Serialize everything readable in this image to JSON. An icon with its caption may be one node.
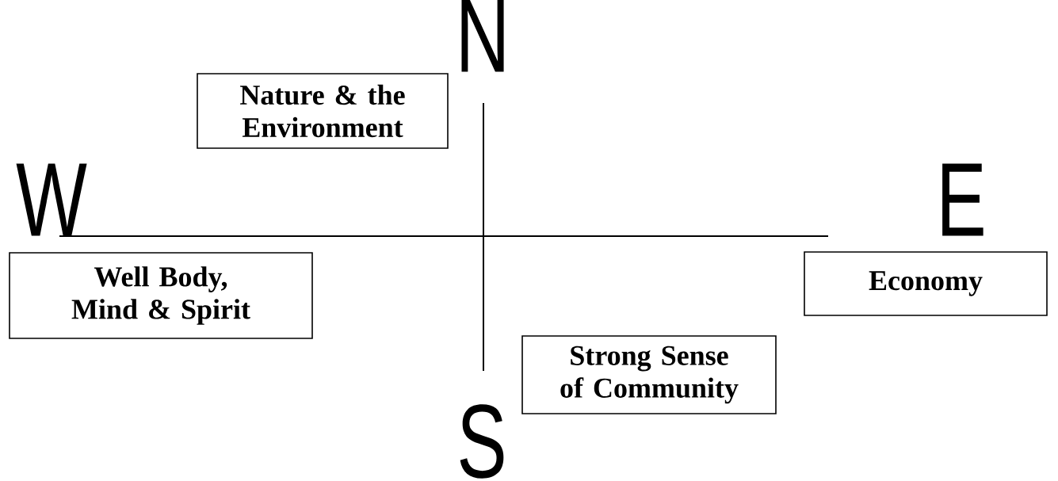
{
  "diagram": {
    "nodes": [
      {
        "text": [
          "Nature & the Environment"
        ]
      },
      {
        "text": [
          "Well Body, Mind & Spirit"
        ]
      },
      {
        "text": [
          "Economy"
        ]
      },
      {
        "text": [
          "Strong Sense of Community"
        ]
      }
    ],
    "labels": [
      "N",
      "W",
      "E",
      "S"
    ]
  }
}
